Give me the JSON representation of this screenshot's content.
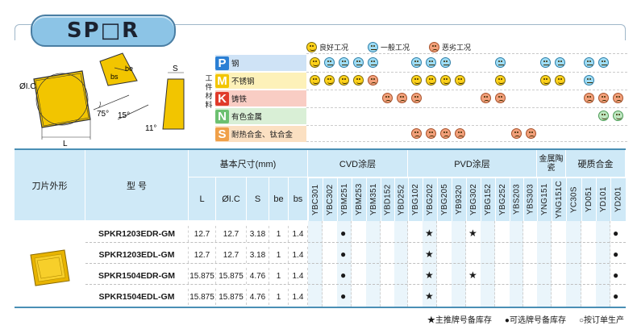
{
  "title": "SP□R",
  "drawing": {
    "labels": {
      "ic": "ØI.C",
      "bs": "bs",
      "be": "be",
      "angle75": "75°",
      "angle15": "15°",
      "angle11": "11°",
      "s": "S",
      "l": "L"
    }
  },
  "legend": [
    {
      "label": "良好工况",
      "icon": "smiley-good"
    },
    {
      "label": "一般工况",
      "icon": "smiley-neutral"
    },
    {
      "label": "恶劣工况",
      "icon": "smiley-bad"
    }
  ],
  "materials": {
    "group_label": "工件材料",
    "rows": [
      {
        "letter": "P",
        "name": "钢",
        "color": "#2a7fd4",
        "bg": "#cfe3f6"
      },
      {
        "letter": "M",
        "name": "不锈钢",
        "color": "#f2c500",
        "bg": "#fdf1b9"
      },
      {
        "letter": "K",
        "name": "铸铁",
        "color": "#e03a2a",
        "bg": "#f9cdc4"
      },
      {
        "letter": "N",
        "name": "有色金属",
        "color": "#6cc070",
        "bg": "#d9efd6"
      },
      {
        "letter": "S",
        "name": "耐热合金、钛合金",
        "color": "#f0a048",
        "bg": "#fbe0c2"
      }
    ]
  },
  "table": {
    "headers": {
      "shape": "刀片外形",
      "model": "型 号",
      "dims": "基本尺寸(mm)",
      "dim_cols": [
        "L",
        "ØI.C",
        "S",
        "be",
        "bs"
      ],
      "groups": [
        {
          "label": "CVD涂层",
          "grades": [
            "YBC301",
            "YBC302",
            "YBM251",
            "YBM253",
            "YBM351",
            "YBD152",
            "YBD252"
          ]
        },
        {
          "label": "PVD涂层",
          "grades": [
            "YBG102",
            "YBG202",
            "YBG205",
            "YB9320",
            "YBG302",
            "YBG152",
            "YBG252",
            "YBS203",
            "YBS303"
          ]
        },
        {
          "label": "金属陶瓷",
          "grades": [
            "YNG151",
            "YNG151C"
          ]
        },
        {
          "label": "硬质合金",
          "grades": [
            "YC30S",
            "YD051",
            "YD101",
            "YD201"
          ]
        }
      ]
    },
    "rows": [
      {
        "model": "SPKR1203EDR-GM",
        "L": "12.7",
        "IC": "12.7",
        "S": "3.18",
        "be": "1",
        "bs": "1.4"
      },
      {
        "model": "SPKR1203EDL-GM",
        "L": "12.7",
        "IC": "12.7",
        "S": "3.18",
        "be": "1",
        "bs": "1.4"
      },
      {
        "model": "SPKR1504EDR-GM",
        "L": "15.875",
        "IC": "15.875",
        "S": "4.76",
        "be": "1",
        "bs": "1.4"
      },
      {
        "model": "SPKR1504EDL-GM",
        "L": "15.875",
        "IC": "15.875",
        "S": "4.76",
        "be": "1",
        "bs": "1.4"
      }
    ],
    "marks": [
      "●",
      "★",
      "★",
      "●"
    ]
  },
  "footer": {
    "star": "★主推牌号备库存",
    "dot": "●可选牌号备库存",
    "circle": "○按订单生产"
  }
}
